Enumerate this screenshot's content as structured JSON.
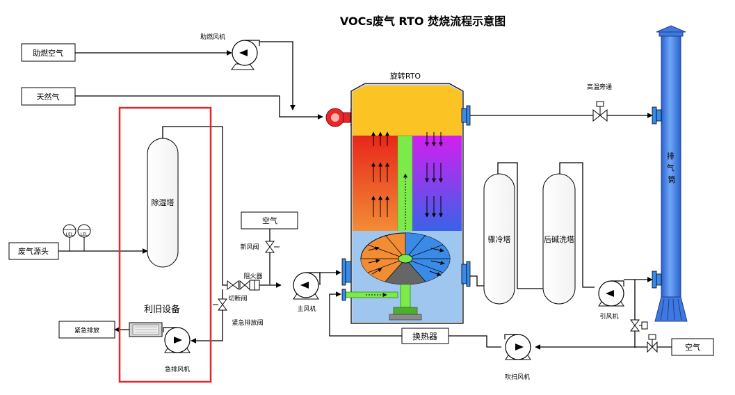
{
  "title": "VOCs废气 RTO 焚烧流程示意图",
  "inputs": {
    "combustion_air": "助燃空气",
    "natural_gas": "天然气",
    "waste_gas_source": "废气源头",
    "emergency_discharge": "紧急排放",
    "fresh_air": "空气",
    "purge_air": "空气"
  },
  "instruments": {
    "lel_1": "LEL",
    "lel_2": "LEL"
  },
  "equipment": {
    "combustion_fan": "助燃风机",
    "rotary_rto": "旋转RTO",
    "high_temp_bypass": "高温旁通",
    "stack": "排气筒",
    "dehumidifier_tower": "除湿塔",
    "reuse_label": "利旧设备",
    "fresh_air_valve": "新风阀",
    "flame_arrester": "阻火器",
    "shutoff_valve": "切断阀",
    "emergency_vent_valve": "紧急排放阀",
    "main_fan": "主风机",
    "emergency_fan": "急排风机",
    "heat_exchanger": "换热器",
    "quench_tower": "骤冷塔",
    "alkali_scrubber": "后碱洗塔",
    "induced_fan": "引风机",
    "purge_fan": "吹扫风机"
  },
  "colors": {
    "combustion_chamber": "#fbc323",
    "hot_zone_top": "#e8261b",
    "hot_zone_bottom": "#f28c35",
    "cold_zone_top": "#d21ff0",
    "cold_zone_bottom": "#3a62e8",
    "center_duct": "#7cea4a",
    "lower_chamber": "#9ec6ef",
    "tower": "#4b8fe8",
    "stack": "#3d79e0",
    "highlight_frame": "#e8262b"
  }
}
